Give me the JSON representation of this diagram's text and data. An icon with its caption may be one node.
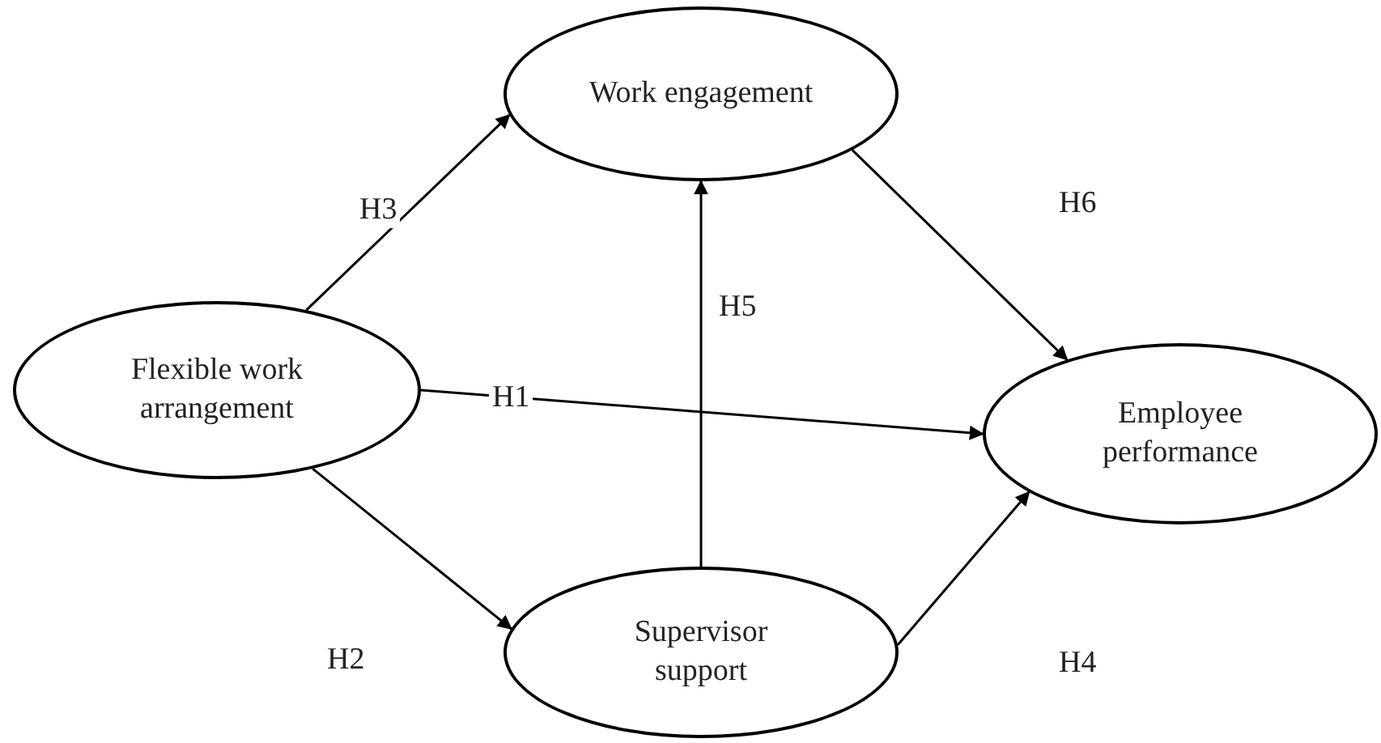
{
  "diagram": {
    "nodes": [
      {
        "text": [
          "Flexible work arrangement"
        ]
      },
      {
        "text": [
          "Work engagement"
        ]
      },
      {
        "text": [
          "Employee performance"
        ]
      },
      {
        "text": [
          "Supervisor support"
        ]
      }
    ],
    "edges": [
      {
        "from": 0,
        "to": 1,
        "arrow": "to",
        "label": "H3"
      },
      {
        "from": 0,
        "to": 2,
        "arrow": "to",
        "label": "H1"
      },
      {
        "from": 0,
        "to": 3,
        "arrow": "to",
        "label": "H2"
      },
      {
        "from": 3,
        "to": 1,
        "arrow": "to",
        "label": "H5"
      },
      {
        "from": 1,
        "to": 2,
        "arrow": "to",
        "label": "H6"
      },
      {
        "from": 3,
        "to": 2,
        "arrow": "to",
        "label": "H4"
      }
    ]
  }
}
